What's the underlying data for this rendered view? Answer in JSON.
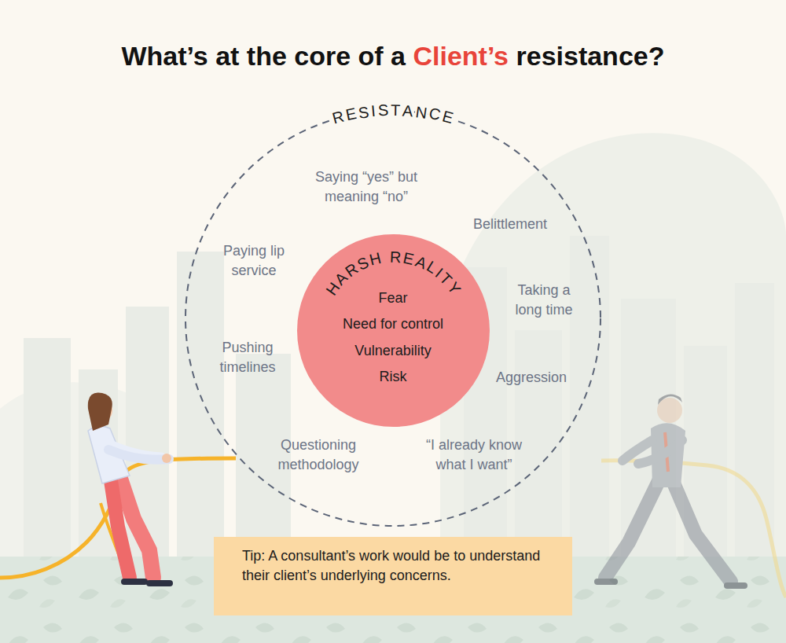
{
  "diagram": {
    "title": "What’s at the core of a Client’s resistance?",
    "nodes": [
      {
        "text": [
          "RESISTANCE",
          "Saying “yes” but meaning “no”",
          "Belittlement",
          "Taking a long time",
          "Aggression",
          "“I already know what I want”",
          "Questioning methodology",
          "Pushing timelines",
          "Paying lip service"
        ]
      },
      {
        "text": [
          "HARSH REALITY",
          "Fear",
          "Need for control",
          "Vulnerability",
          "Risk"
        ],
        "in": 0
      },
      {
        "text": [
          "Tip: A consultant’s work would be to understand their client’s underlying concerns."
        ]
      }
    ]
  }
}
